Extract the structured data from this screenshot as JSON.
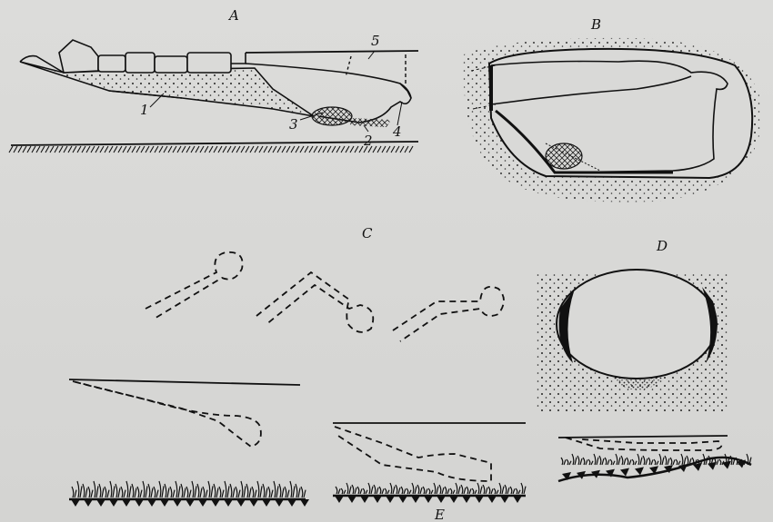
{
  "panels": {
    "A": {
      "label": "A",
      "numbers": [
        "1",
        "2",
        "3",
        "4",
        "5"
      ]
    },
    "B": {
      "label": "B"
    },
    "C": {
      "label": "C"
    },
    "D": {
      "label": "D"
    },
    "E": {
      "label": "E"
    }
  }
}
